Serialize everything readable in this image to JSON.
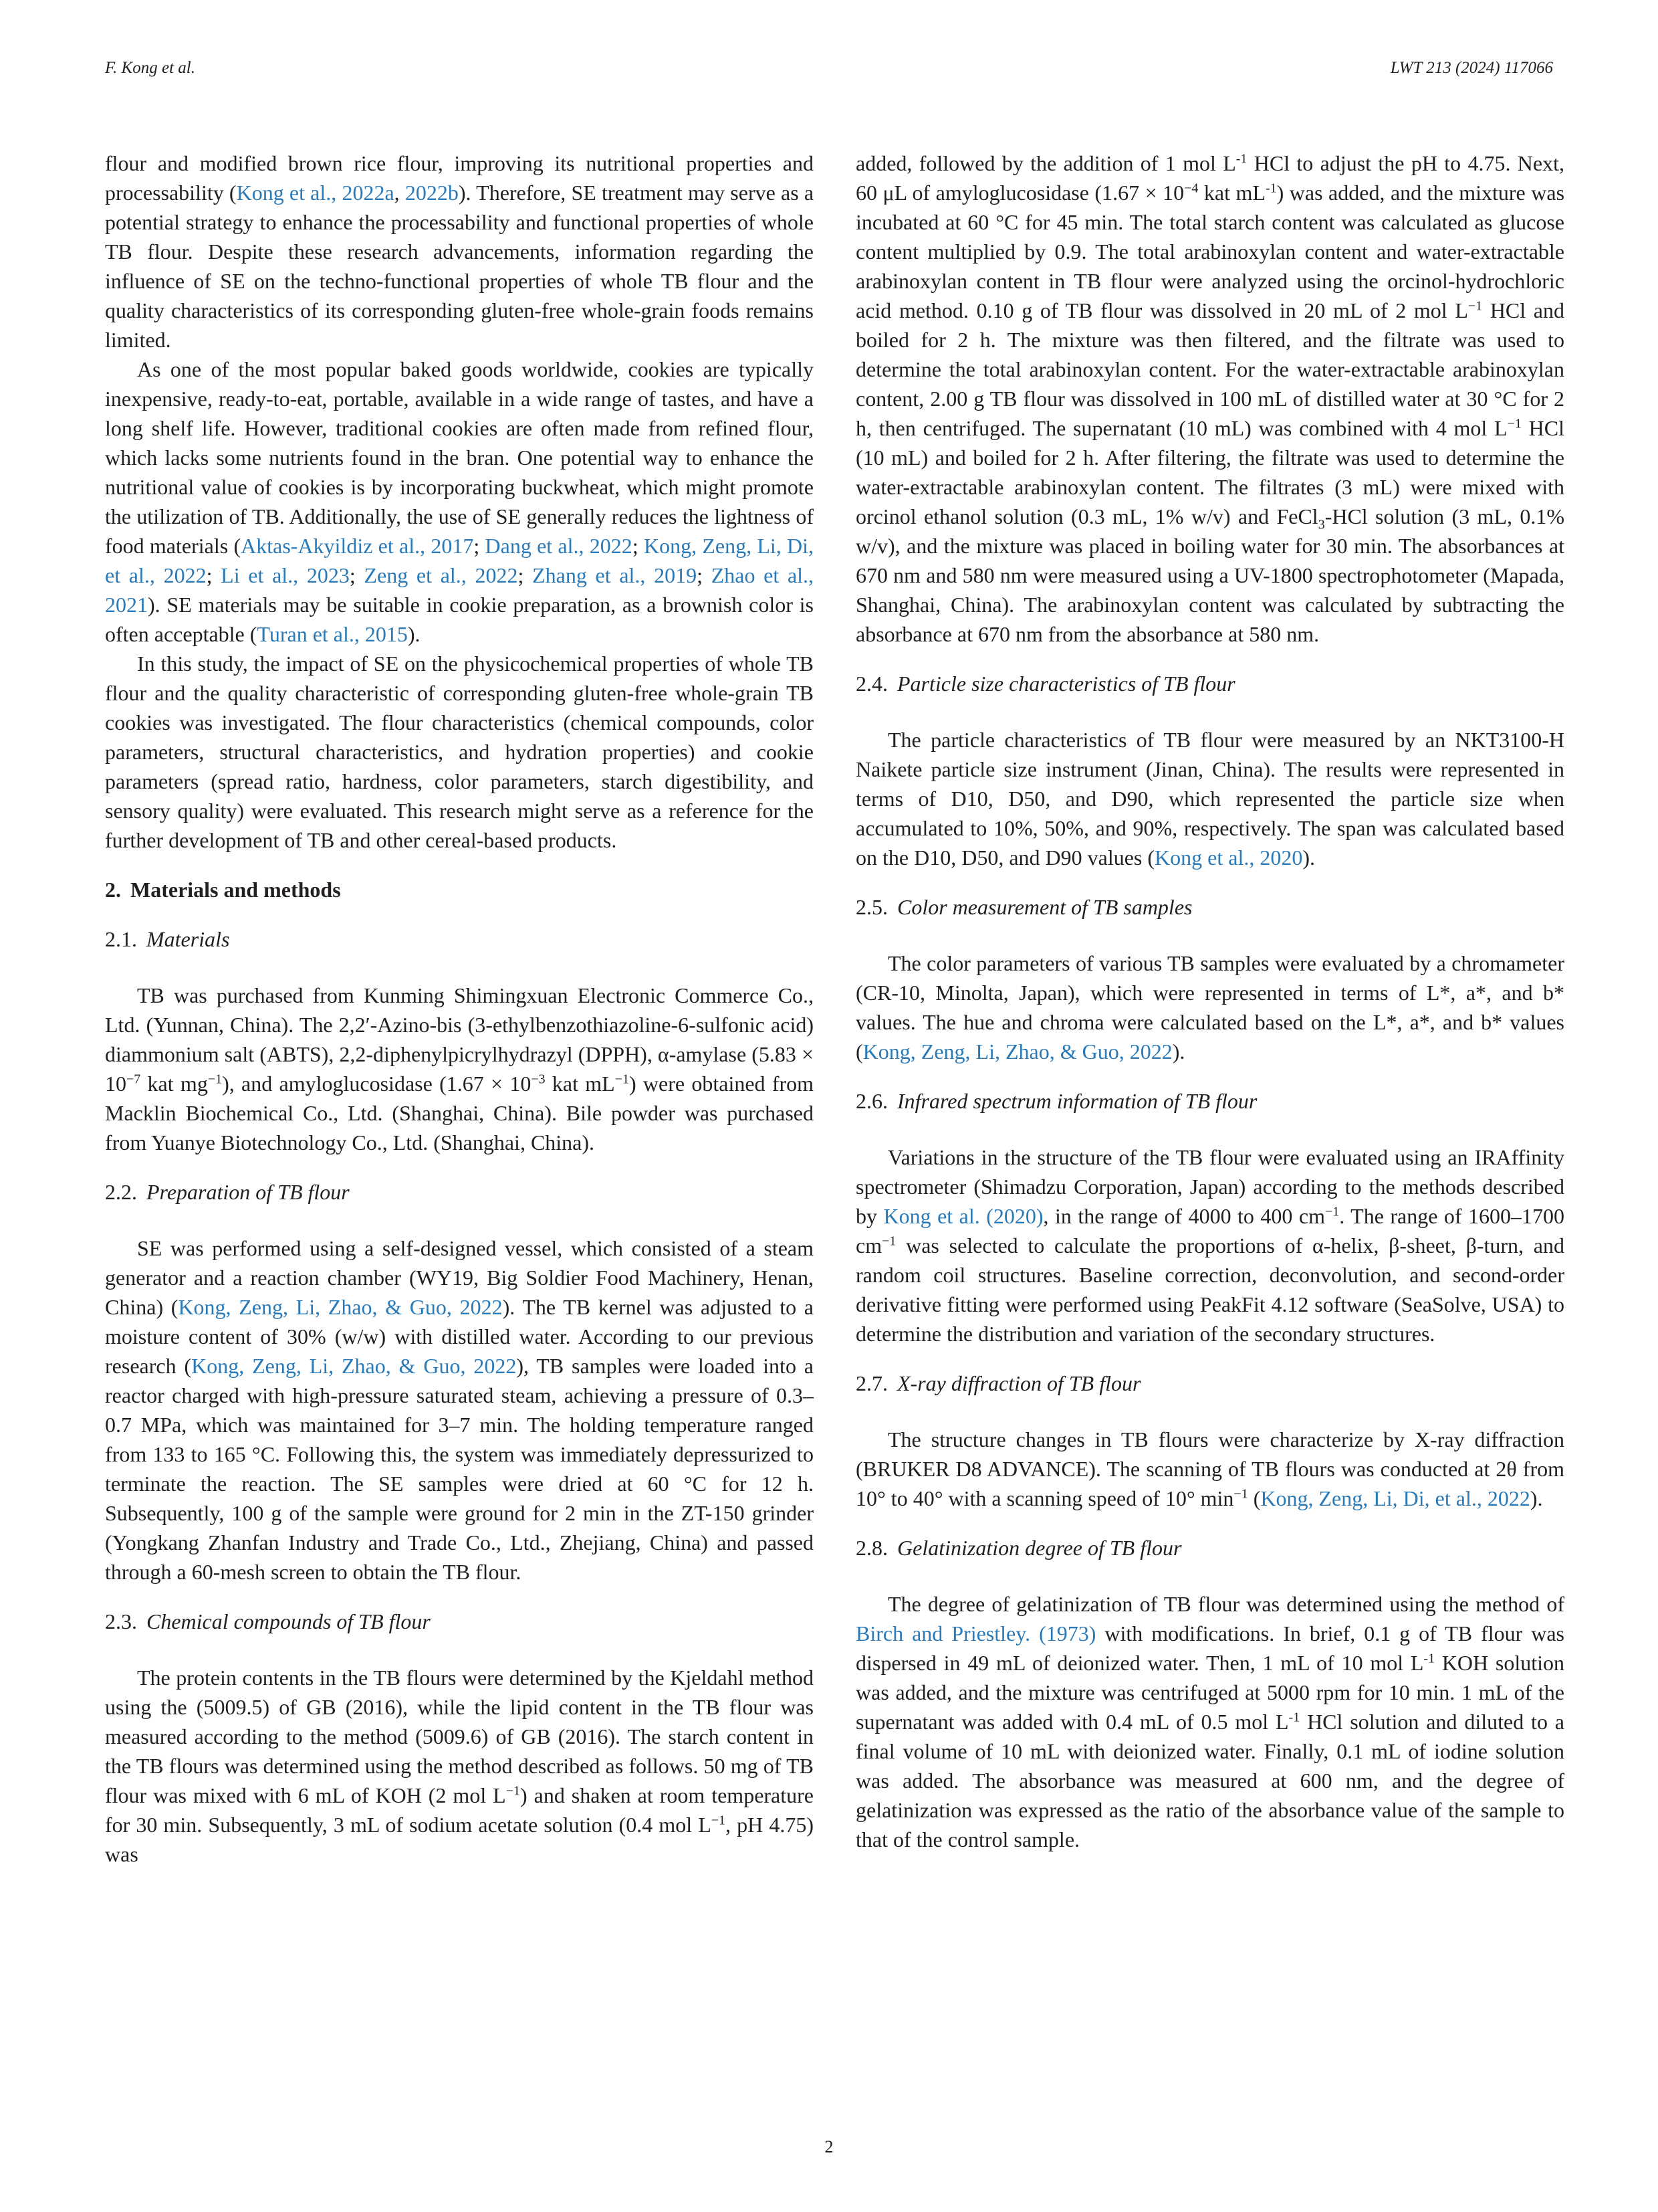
{
  "header": {
    "author": "F. Kong et al.",
    "journal": "LWT 213 (2024) 117066"
  },
  "left": {
    "p1": [
      "flour and modified brown rice flour, improving its nutritional properties and processability (",
      "Kong et al., 2022a",
      ", ",
      "2022b",
      "). Therefore, SE treatment may serve as a potential strategy to enhance the processability and functional properties of whole TB flour. Despite these research advancements, information regarding the influence of SE on the techno-functional properties of whole TB flour and the quality characteristics of its corresponding gluten-free whole-grain foods remains limited."
    ],
    "p2": [
      "As one of the most popular baked goods worldwide, cookies are typically inexpensive, ready-to-eat, portable, available in a wide range of tastes, and have a long shelf life. However, traditional cookies are often made from refined flour, which lacks some nutrients found in the bran. One potential way to enhance the nutritional value of cookies is by incorporating buckwheat, which might promote the utilization of TB. Additionally, the use of SE generally reduces the lightness of food materials (",
      "Aktas-Akyildiz et al., 2017",
      "; ",
      "Dang et al., 2022",
      "; ",
      "Kong, Zeng, Li, Di, et al., 2022",
      "; ",
      "Li et al., 2023",
      "; ",
      "Zeng et al., 2022",
      "; ",
      "Zhang et al., 2019",
      "; ",
      "Zhao et al., 2021",
      "). SE materials may be suitable in cookie preparation, as a brownish color is often acceptable (",
      "Turan et al., 2015",
      ")."
    ],
    "p3": "In this study, the impact of SE on the physicochemical properties of whole TB flour and the quality characteristic of corresponding gluten-free whole-grain TB cookies was investigated. The flour characteristics (chemical compounds, color parameters, structural characteristics, and hydration properties) and cookie parameters (spread ratio, hardness, color parameters, starch digestibility, and sensory quality) were evaluated. This research might serve as a reference for the further development of TB and other cereal-based products.",
    "s2_num": "2.",
    "s2_title": "Materials and methods",
    "s21_num": "2.1.",
    "s21_title": "Materials",
    "p4": [
      "TB was purchased from Kunming Shimingxuan Electronic Commerce Co., Ltd. (Yunnan, China). The 2,2′-Azino-bis (3-ethylbenzothiazoline-6-sulfonic acid) diammonium salt (ABTS), 2,2-diphenylpicrylhydrazyl (DPPH), α-amylase (5.83 × 10",
      "−7",
      " kat mg",
      "−1",
      "), and amyloglucosidase (1.67 × 10",
      "−3",
      " kat mL",
      "−1",
      ") were obtained from Macklin Biochemical Co., Ltd. (Shanghai, China). Bile powder was purchased from Yuanye Biotechnology Co., Ltd. (Shanghai, China)."
    ],
    "s22_num": "2.2.",
    "s22_title": "Preparation of TB flour",
    "p5": [
      "SE was performed using a self-designed vessel, which consisted of a steam generator and a reaction chamber (WY19, Big Soldier Food Machinery, Henan, China) (",
      "Kong, Zeng, Li, Zhao, & Guo, 2022",
      "). The TB kernel was adjusted to a moisture content of 30% (w/w) with distilled water. According to our previous research (",
      "Kong, Zeng, Li, Zhao, & Guo, 2022",
      "), TB samples were loaded into a reactor charged with high-pressure saturated steam, achieving a pressure of 0.3–0.7 MPa, which was maintained for 3–7 min. The holding temperature ranged from 133 to 165 °C. Following this, the system was immediately depressurized to terminate the reaction. The SE samples were dried at 60 °C for 12 h. Subsequently, 100 g of the sample were ground for 2 min in the ZT-150 grinder (Yongkang Zhanfan Industry and Trade Co., Ltd., Zhejiang, China) and passed through a 60-mesh screen to obtain the TB flour."
    ],
    "s23_num": "2.3.",
    "s23_title": "Chemical compounds of TB flour",
    "p6": [
      "The protein contents in the TB flours were determined by the Kjeldahl method using the (5009.5) of GB (2016), while the lipid content in the TB flour was measured according to the method (5009.6) of GB (2016). The starch content in the TB flours was determined using the method described as follows. 50 mg of TB flour was mixed with 6 mL of KOH (2 mol L",
      "−1",
      ") and shaken at room temperature for 30 min. Subsequently, 3 mL of sodium acetate solution (0.4 mol L",
      "−1",
      ", pH 4.75) was"
    ]
  },
  "right": {
    "p1": [
      "added, followed by the addition of 1 mol L",
      "-1",
      " HCl to adjust the pH to 4.75. Next, 60 μL of amyloglucosidase (1.67 × 10",
      "−4",
      " kat mL",
      "-1",
      ") was added, and the mixture was incubated at 60 °C for 45 min. The total starch content was calculated as glucose content multiplied by 0.9. The total arabinoxylan content and water-extractable arabinoxylan content in TB flour were analyzed using the orcinol-hydrochloric acid method. 0.10 g of TB flour was dissolved in 20 mL of 2 mol L",
      "−1",
      " HCl and boiled for 2 h. The mixture was then filtered, and the filtrate was used to determine the total arabinoxylan content. For the water-extractable arabinoxylan content, 2.00 g TB flour was dissolved in 100 mL of distilled water at 30 °C for 2 h, then centrifuged. The supernatant (10 mL) was combined with 4 mol L",
      "−1",
      " HCl (10 mL) and boiled for 2 h. After filtering, the filtrate was used to determine the water-extractable arabinoxylan content. The filtrates (3 mL) were mixed with orcinol ethanol solution (0.3 mL, 1% w/v) and FeCl",
      "3",
      "-HCl solution (3 mL, 0.1% w/v), and the mixture was placed in boiling water for 30 min. The absorbances at 670 nm and 580 nm were measured using a UV-1800 spectrophotometer (Mapada, Shanghai, China). The arabinoxylan content was calculated by subtracting the absorbance at 670 nm from the absorbance at 580 nm."
    ],
    "s24_num": "2.4.",
    "s24_title": "Particle size characteristics of TB flour",
    "p2": [
      "The particle characteristics of TB flour were measured by an NKT3100-H Naikete particle size instrument (Jinan, China). The results were represented in terms of D10, D50, and D90, which represented the particle size when accumulated to 10%, 50%, and 90%, respectively. The span was calculated based on the D10, D50, and D90 values (",
      "Kong et al., 2020",
      ")."
    ],
    "s25_num": "2.5.",
    "s25_title": "Color measurement of TB samples",
    "p3": [
      "The color parameters of various TB samples were evaluated by a chromameter (CR-10, Minolta, Japan), which were represented in terms of L*, a*, and b* values. The hue and chroma were calculated based on the L*, a*, and b* values (",
      "Kong, Zeng, Li, Zhao, & Guo, 2022",
      ")."
    ],
    "s26_num": "2.6.",
    "s26_title": "Infrared spectrum information of TB flour",
    "p4": [
      "Variations in the structure of the TB flour were evaluated using an IRAffinity spectrometer (Shimadzu Corporation, Japan) according to the methods described by ",
      "Kong et al. (2020)",
      ", in the range of 4000 to 400 cm",
      "−1",
      ". The range of 1600–1700 cm",
      "−1",
      " was selected to calculate the proportions of α-helix, β-sheet, β-turn, and random coil structures. Baseline correction, deconvolution, and second-order derivative fitting were performed using PeakFit 4.12 software (SeaSolve, USA) to determine the distribution and variation of the secondary structures."
    ],
    "s27_num": "2.7.",
    "s27_title": "X-ray diffraction of TB flour",
    "p5": [
      "The structure changes in TB flours were characterize by X-ray diffraction (BRUKER D8 ADVANCE). The scanning of TB flours was conducted at 2θ from 10° to 40° with a scanning speed of 10° min",
      "−1",
      " (",
      "Kong, Zeng, Li, Di, et al., 2022",
      ")."
    ],
    "s28_num": "2.8.",
    "s28_title": "Gelatinization degree of TB flour",
    "p6": [
      "The degree of gelatinization of TB flour was determined using the method of ",
      "Birch and Priestley. (1973)",
      " with modifications. In brief, 0.1 g of TB flour was dispersed in 49 mL of deionized water. Then, 1 mL of 10 mol L",
      "-1",
      " KOH solution was added, and the mixture was centrifuged at 5000 rpm for 10 min. 1 mL of the supernatant was added with 0.4 mL of 0.5 mol L",
      "-1",
      " HCl solution and diluted to a final volume of 10 mL with deionized water. Finally, 0.1 mL of iodine solution was added. The absorbance was measured at 600 nm, and the degree of gelatinization was expressed as the ratio of the absorbance value of the sample to that of the control sample."
    ]
  },
  "page_number": "2"
}
